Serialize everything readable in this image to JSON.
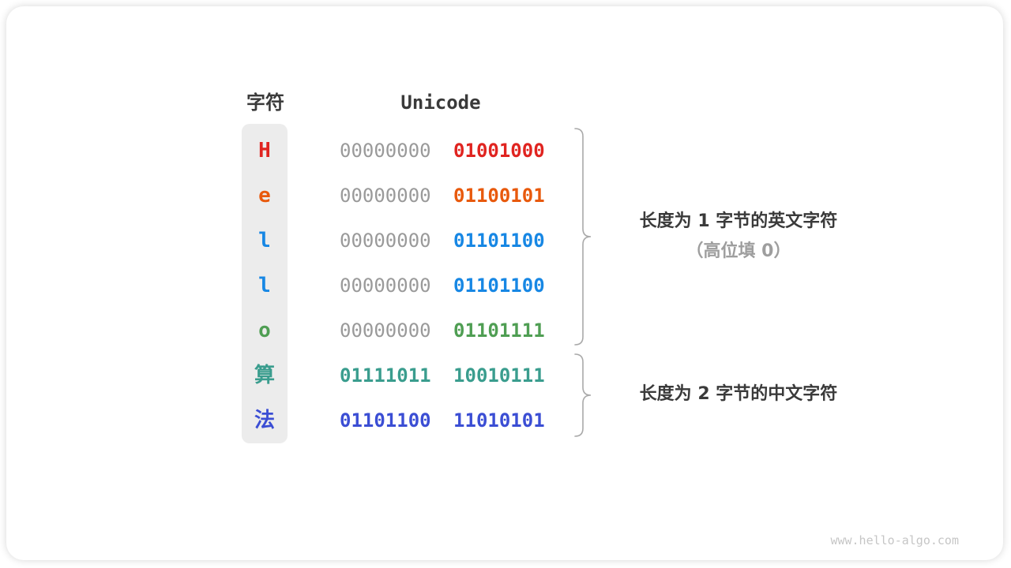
{
  "headers": {
    "char": "字符",
    "unicode": "Unicode"
  },
  "rows": [
    {
      "char": "H",
      "char_color": "#e02420",
      "byte1": "00000000",
      "byte1_color": "#9a9a9a",
      "byte2": "01001000",
      "byte2_color": "#e02420"
    },
    {
      "char": "e",
      "char_color": "#e8590c",
      "byte1": "00000000",
      "byte1_color": "#9a9a9a",
      "byte2": "01100101",
      "byte2_color": "#e8590c"
    },
    {
      "char": "l",
      "char_color": "#1787e4",
      "byte1": "00000000",
      "byte1_color": "#9a9a9a",
      "byte2": "01101100",
      "byte2_color": "#1787e4"
    },
    {
      "char": "l",
      "char_color": "#1787e4",
      "byte1": "00000000",
      "byte1_color": "#9a9a9a",
      "byte2": "01101100",
      "byte2_color": "#1787e4"
    },
    {
      "char": "o",
      "char_color": "#4f9e53",
      "byte1": "00000000",
      "byte1_color": "#9a9a9a",
      "byte2": "01101111",
      "byte2_color": "#4f9e53"
    },
    {
      "char": "算",
      "char_color": "#3a9d8e",
      "byte1": "01111011",
      "byte1_color": "#3a9d8e",
      "byte2": "10010111",
      "byte2_color": "#3a9d8e"
    },
    {
      "char": "法",
      "char_color": "#3b4ed4",
      "byte1": "01101100",
      "byte1_color": "#3b4ed4",
      "byte2": "11010101",
      "byte2_color": "#3b4ed4"
    }
  ],
  "annotations": {
    "english_group": {
      "line1": "长度为 1 字节的英文字符",
      "line2": "（高位填 0）"
    },
    "chinese_group": {
      "line1": "长度为 2 字节的中文字符"
    }
  },
  "colors": {
    "column_bg": "#ececec",
    "high_byte_gray": "#9a9a9a",
    "brace_gray": "#a9a9a9",
    "text_dark": "#3a3a3a",
    "text_secondary": "#9e9e9e"
  },
  "watermark": "www.hello-algo.com"
}
